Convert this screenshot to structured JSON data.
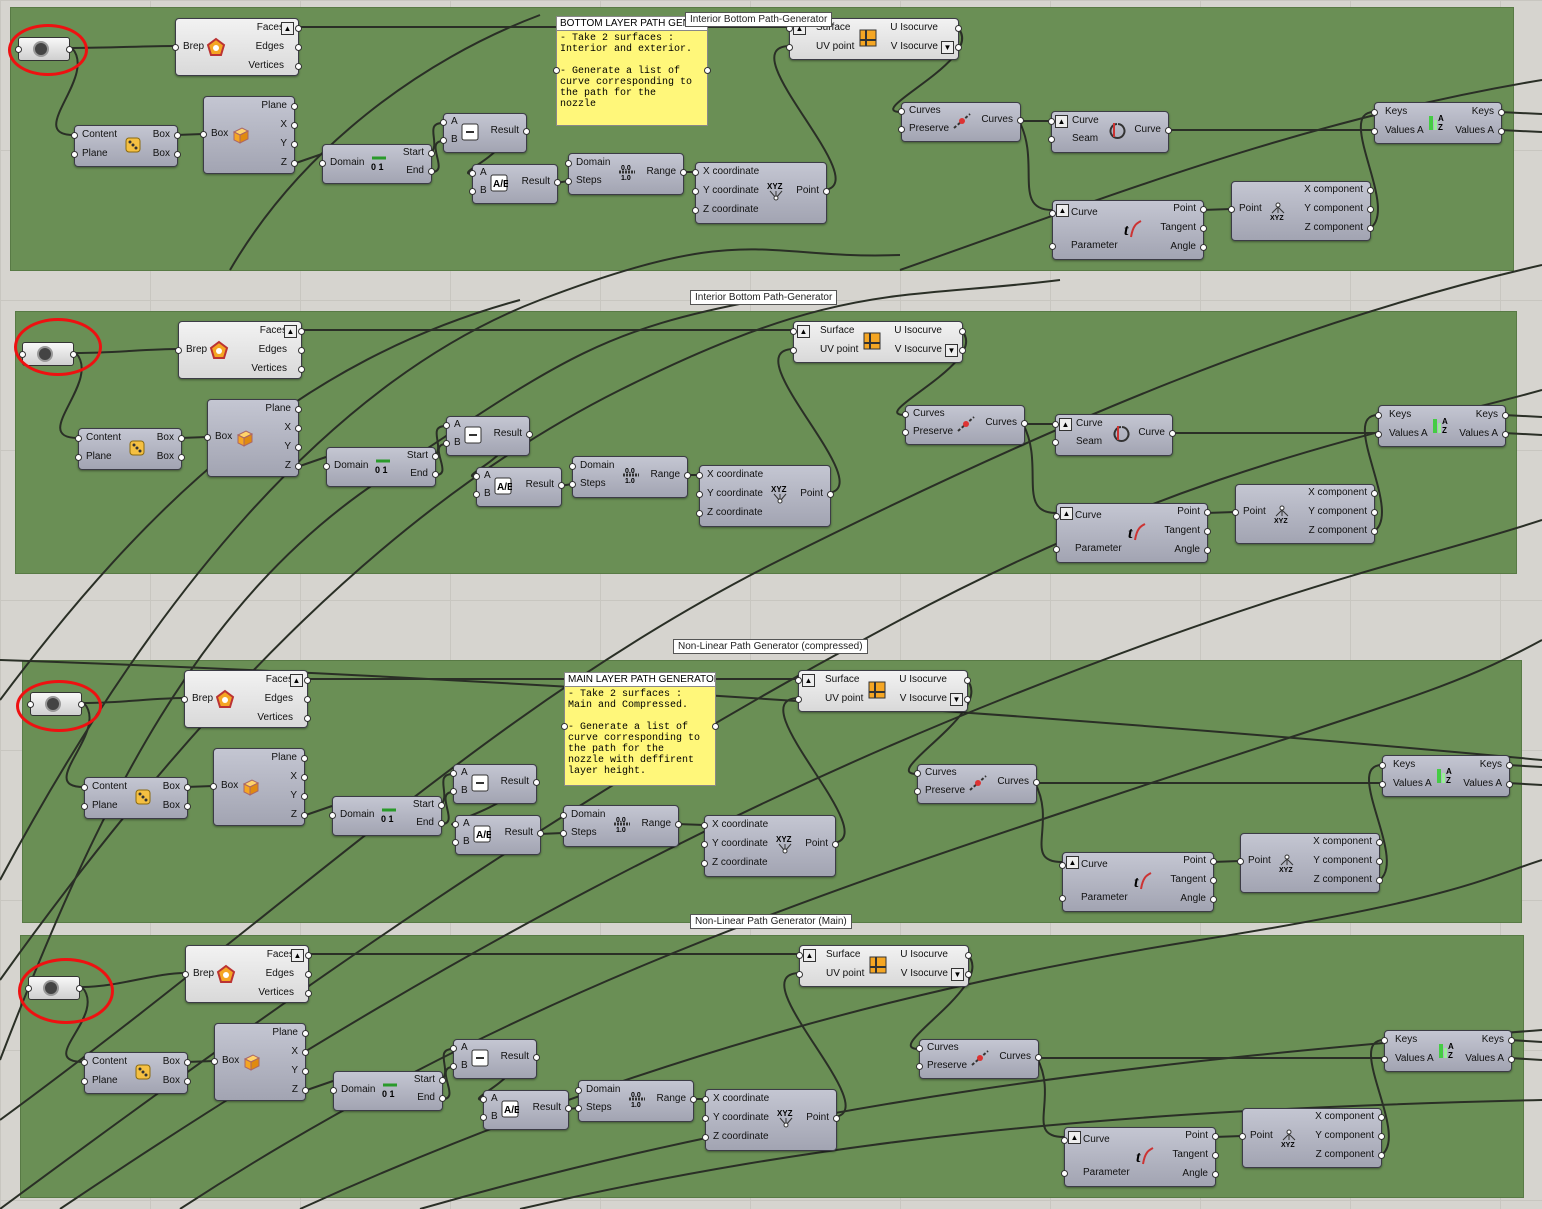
{
  "groups": [
    {
      "label": "Interior Bottom Path-Generator"
    },
    {
      "label": "Interior Bottom Path-Generator"
    },
    {
      "label": "Non-Linear Path Generator (compressed)"
    },
    {
      "label": "Non-Linear Path Generator (Main)"
    }
  ],
  "panels": [
    {
      "title": "BOTTOM LAYER PATH GENER...",
      "body": "- Take 2 surfaces :\nInterior and exterior.\n\n- Generate a list of\ncurve corresponding to\nthe path for the\nnozzle"
    },
    {
      "title": "MAIN LAYER PATH GENERATOR",
      "body": "- Take 2 surfaces :\nMain and Compressed.\n\n- Generate a list of\ncurve corresponding to\nthe path for the\nnozzle with deffirent\nlayer height."
    }
  ],
  "components": {
    "deconstruct_brep": {
      "in": [
        "Brep"
      ],
      "out": [
        "Faces",
        "Edges",
        "Vertices"
      ]
    },
    "box_properties": {
      "in": [
        "Content",
        "Plane"
      ],
      "out": [
        "Box",
        "Box"
      ]
    },
    "deconstruct_box": {
      "in": [
        "Box"
      ],
      "out": [
        "Plane",
        "X",
        "Y",
        "Z"
      ]
    },
    "deconstruct_domain": {
      "in": [
        "Domain"
      ],
      "out": [
        "Start",
        "End"
      ]
    },
    "subtraction": {
      "in": [
        "A",
        "B"
      ],
      "out": [
        "Result"
      ],
      "symbol": "−"
    },
    "division": {
      "in": [
        "A",
        "B"
      ],
      "out": [
        "Result"
      ],
      "symbol": "A/B"
    },
    "range": {
      "in": [
        "Domain",
        "Steps"
      ],
      "out": [
        "Range"
      ]
    },
    "construct_point": {
      "in": [
        "X coordinate",
        "Y coordinate",
        "Z coordinate"
      ],
      "out": [
        "Point"
      ],
      "symbol": "XYZ"
    },
    "isocurve": {
      "in": [
        "Surface",
        "UV point"
      ],
      "out": [
        "U Isocurve",
        "V Isocurve"
      ]
    },
    "join_curves": {
      "in": [
        "Curves",
        "Preserve"
      ],
      "out": [
        "Curves"
      ]
    },
    "seam": {
      "in": [
        "Curve",
        "Seam"
      ],
      "out": [
        "Curve"
      ]
    },
    "evaluate_curve": {
      "in": [
        "Curve",
        "Parameter"
      ],
      "out": [
        "Point",
        "Tangent",
        "Angle"
      ]
    },
    "deconstruct_point": {
      "in": [
        "Point"
      ],
      "out": [
        "X component",
        "Y component",
        "Z component"
      ]
    },
    "sort_list": {
      "in": [
        "Keys",
        "Values A"
      ],
      "out": [
        "Keys",
        "Values A"
      ]
    }
  },
  "colors": {
    "canvas": "#d6d4cf",
    "group": "#6a8f55",
    "panel": "#fff77a",
    "highlight": "#e11111"
  }
}
